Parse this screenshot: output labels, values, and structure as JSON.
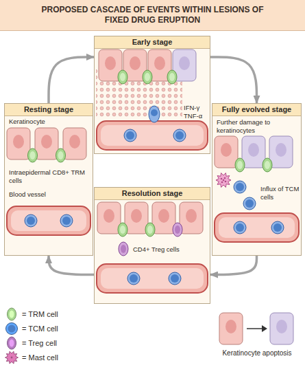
{
  "diagram": {
    "title": "PROPOSED CASCADE OF EVENTS WITHIN LESIONS OF FIXED DRUG ERUPTION",
    "nodes": [
      {
        "text": [
          "Early stage",
          "IFN-γ",
          "TNF-α"
        ]
      },
      {
        "text": [
          "Resting stage",
          "Keratinocyte",
          "Intraepidermal CD8+ TRM cells",
          "Blood vessel"
        ]
      },
      {
        "text": [
          "Fully evolved stage",
          "Further damage to keratinocytes",
          "Influx of TCM cells"
        ]
      },
      {
        "text": [
          "Resolution stage",
          "CD4+ Treg cells"
        ]
      }
    ],
    "edges": [
      {
        "from": 1,
        "to": 0,
        "arrow": "to"
      },
      {
        "from": 0,
        "to": 2,
        "arrow": "to"
      },
      {
        "from": 2,
        "to": 3,
        "arrow": "to"
      },
      {
        "from": 3,
        "to": 1,
        "arrow": "to"
      }
    ],
    "labels": [
      "Keratinocyte apoptosis"
    ],
    "legend": [
      {
        "text": "= TRM cell",
        "color": "#a8d890"
      },
      {
        "text": "= TCM cell",
        "color": "#4a7fc8"
      },
      {
        "text": "= Treg cell",
        "color": "#b57cc0"
      },
      {
        "text": "= Mast cell",
        "color": "#e07ab8"
      }
    ]
  }
}
